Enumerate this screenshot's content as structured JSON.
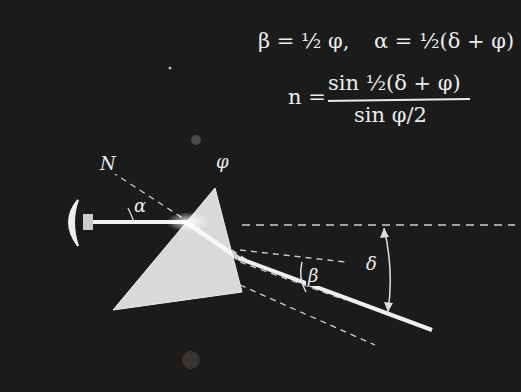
{
  "diagram": {
    "labels": [
      "β = ½ φ,",
      "α = ½(δ + φ)",
      "n =",
      "sin ½(δ + φ)",
      "sin φ/2",
      "φ",
      "N",
      "α",
      "β",
      "δ"
    ]
  }
}
